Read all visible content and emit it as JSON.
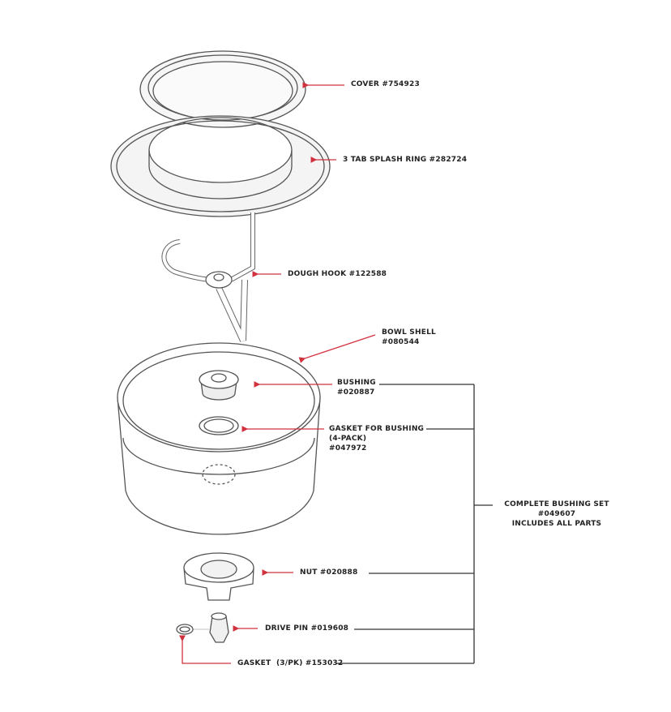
{
  "colors": {
    "leader_red": "#d0313d",
    "line_dark": "#333333",
    "part_stroke": "#555555"
  },
  "parts": {
    "cover": {
      "label": "COVER #754923"
    },
    "splash_ring": {
      "label": "3 TAB SPLASH RING #282724"
    },
    "dough_hook": {
      "label": "DOUGH HOOK #122588"
    },
    "bowl_shell": {
      "line1": "BOWL SHELL",
      "line2": "#080544"
    },
    "bushing": {
      "line1": "BUSHING",
      "line2": "#020887"
    },
    "gasket_bushing": {
      "line1": "GASKET FOR BUSHING",
      "line2": "(4-PACK)",
      "line3": "#047972"
    },
    "complete_set": {
      "line1": "COMPLETE BUSHING SET",
      "line2": "#049607",
      "line3": "INCLUDES ALL PARTS"
    },
    "nut": {
      "label": "NUT #020888"
    },
    "drive_pin": {
      "label": "DRIVE PIN #019608"
    },
    "gasket_small": {
      "label": "GASKET  (3/PK) #153032"
    }
  }
}
